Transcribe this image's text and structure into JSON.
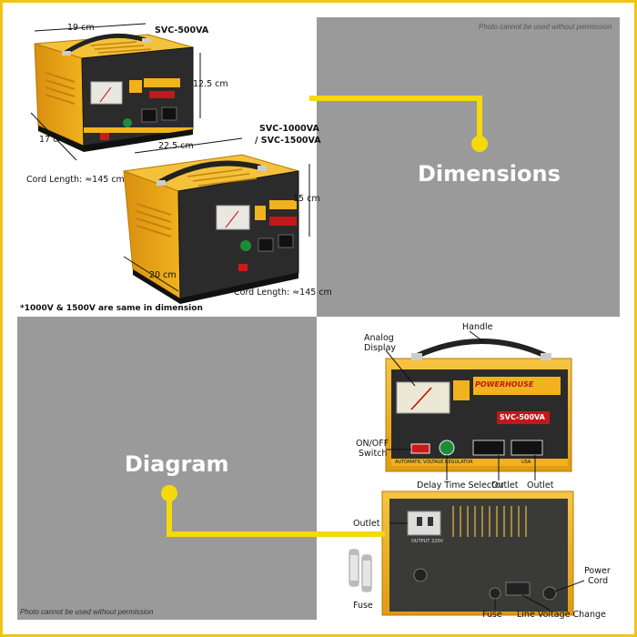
{
  "watermark": "Photo cannot be used without permission",
  "sections": {
    "dimensions": "Dimensions",
    "diagram": "Diagram"
  },
  "dimensions": {
    "small_model": "SVC-500VA",
    "small_width": "19 cm",
    "small_height": "12.5 cm",
    "small_depth": "17 cm",
    "small_cord": "Cord Length: ≈145 cm",
    "large_model_line1": "SVC-1000VA",
    "large_model_line2": "/ SVC-1500VA",
    "large_width": "22.5 cm",
    "large_height": "15 cm",
    "large_depth": "20 cm",
    "large_cord": "Cord Length: ≈145 cm",
    "footnote": "*1000V & 1500V are same in dimension"
  },
  "device": {
    "brand": "POWERHOUSE",
    "model_badge": "SVC-500VA",
    "panel_title": "AUTOMATIC VOLTAGE REGULATOR",
    "output_label": "OUTPUT 220V",
    "made_in": "USA"
  },
  "diagram": {
    "handle": "Handle",
    "analog_display_1": "Analog",
    "analog_display_2": "Display",
    "on_off_1": "ON/OFF",
    "on_off_2": "Switch",
    "delay_time": "Delay Time Selector",
    "outlet_front_1": "Outlet",
    "outlet_front_2": "Outlet",
    "outlet_back": "Outlet",
    "fuse_left": "Fuse",
    "fuse_back": "Fuse",
    "line_voltage": "Line Voltage Change",
    "power_cord_1": "Power",
    "power_cord_2": "Cord"
  },
  "colors": {
    "frame": "#f2c418",
    "connector": "#f5d90b",
    "body_yellow": "#f0b21d",
    "panel_dark": "#2b2b2b",
    "grey_quadrant": "#9a9a9a"
  }
}
